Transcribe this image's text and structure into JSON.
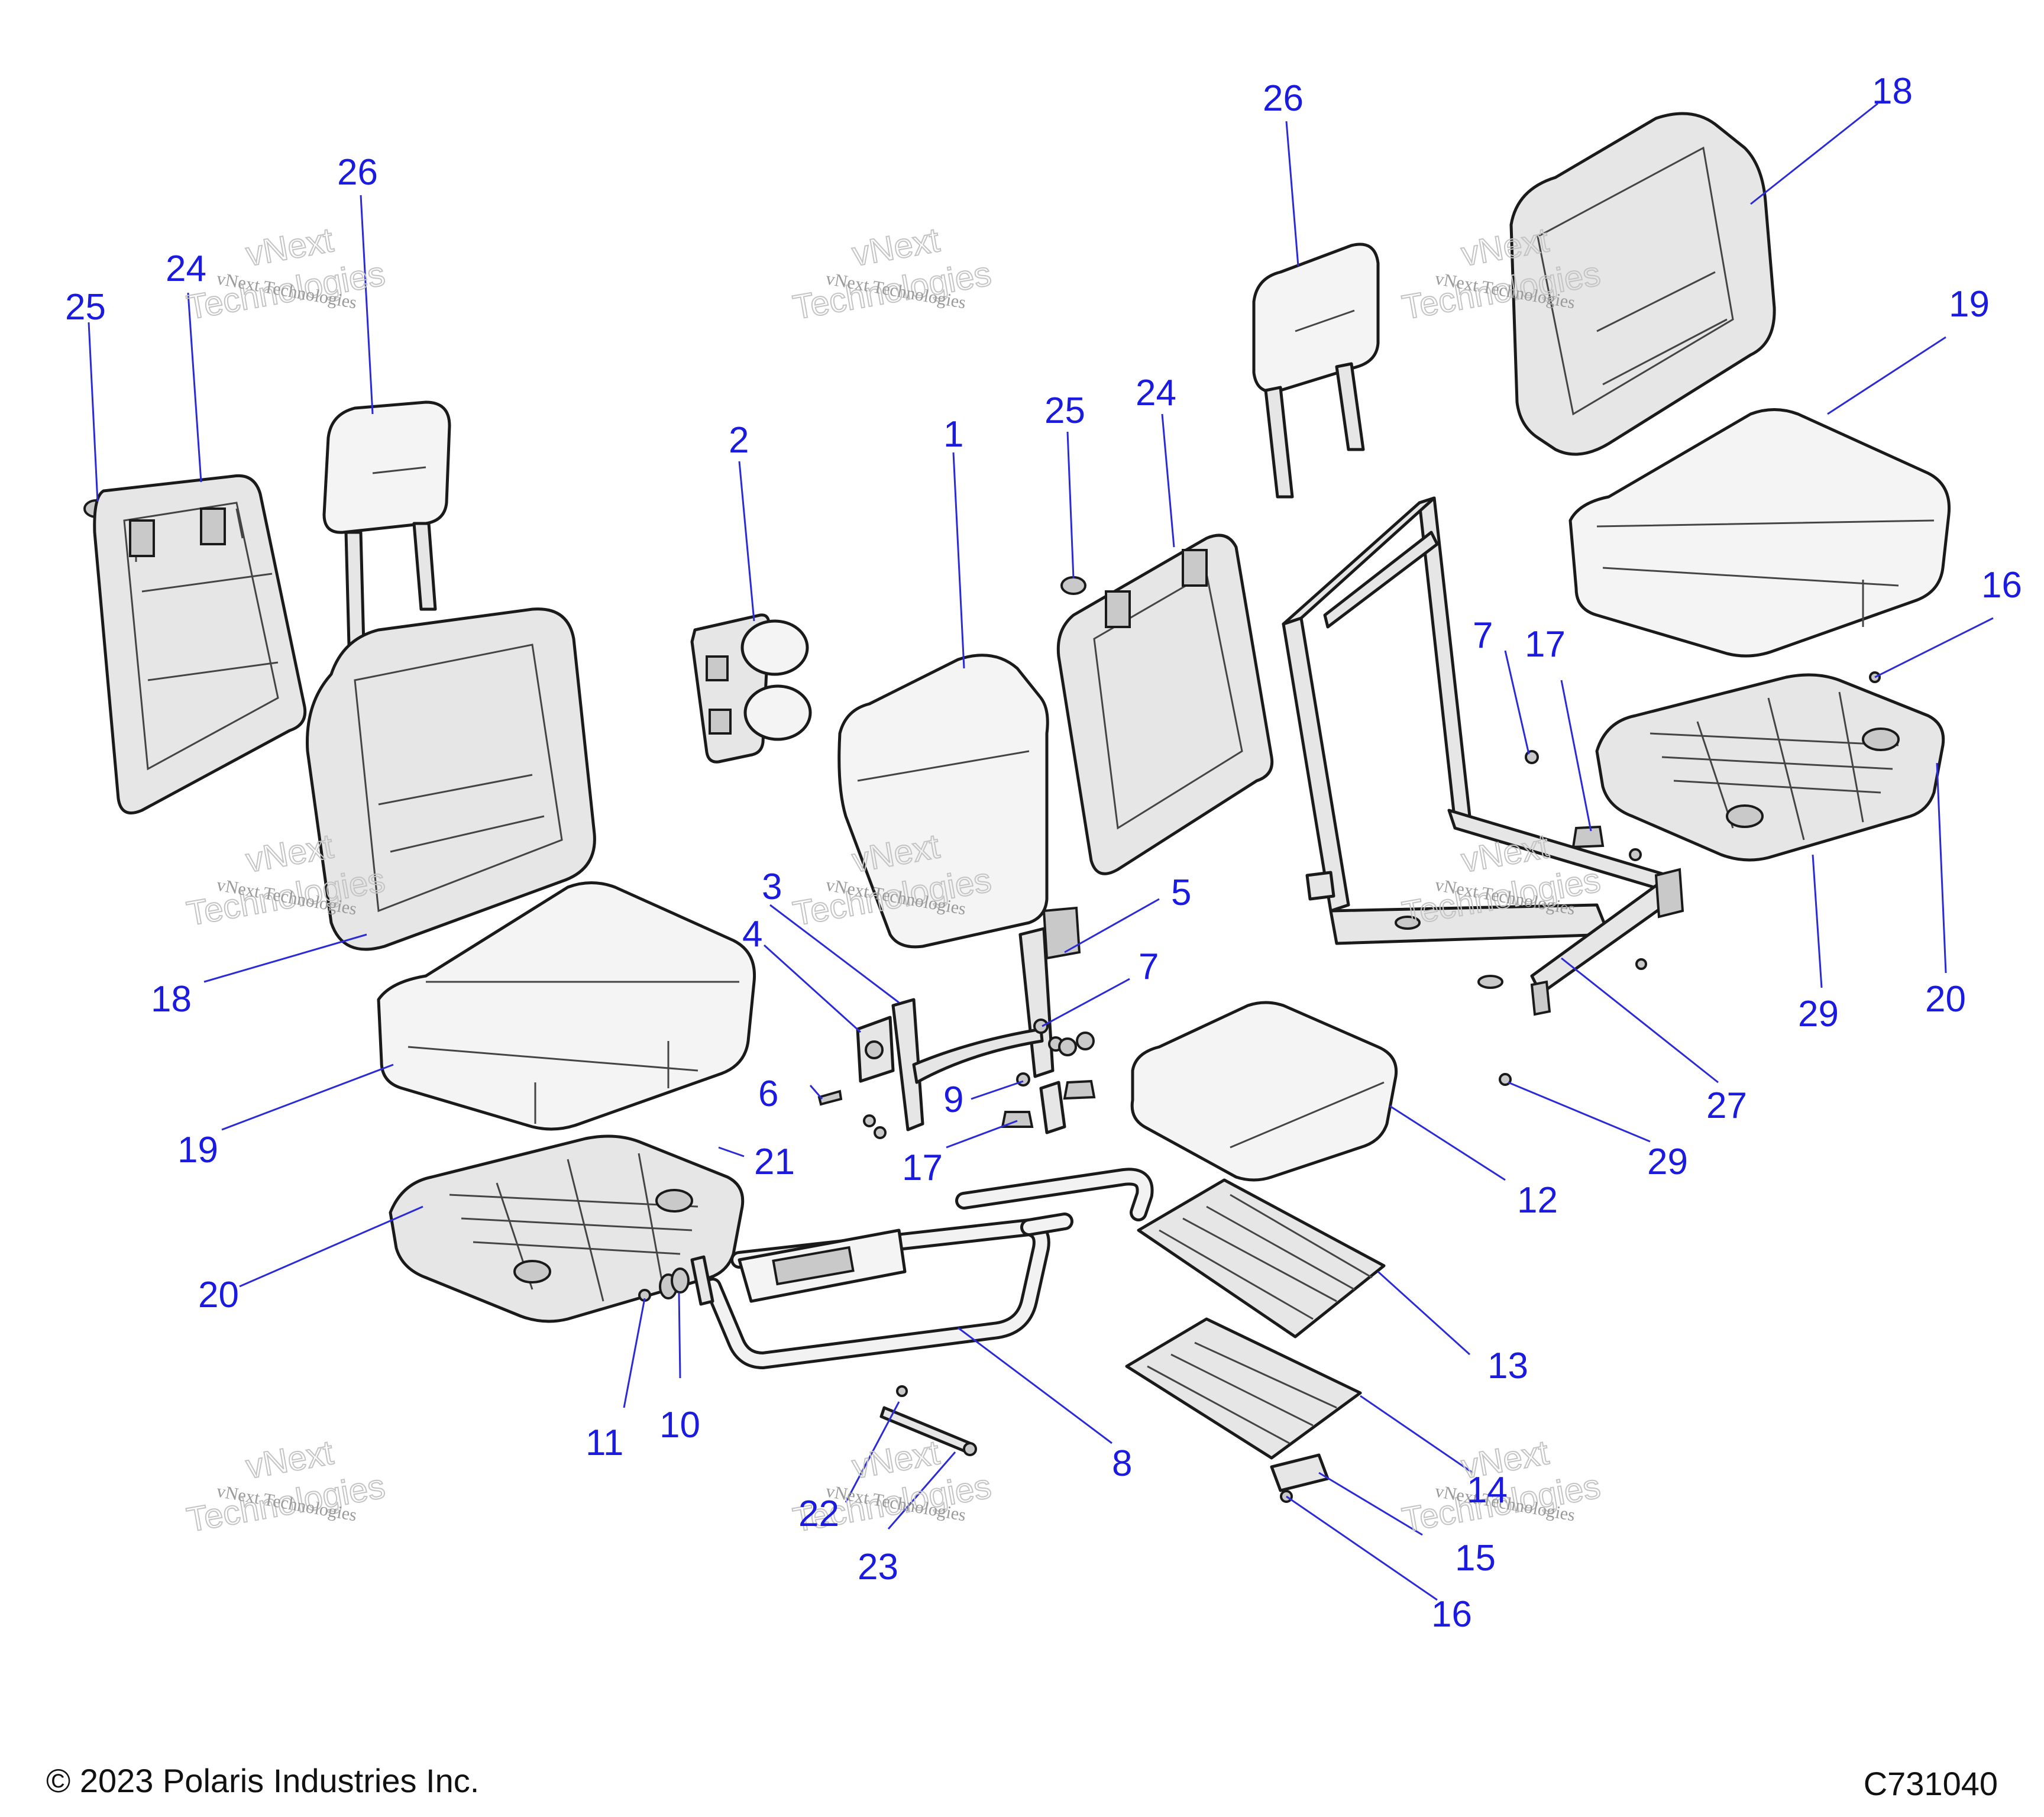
{
  "copyright": "© 2023 Polaris Industries Inc.",
  "diagram_code": "C731040",
  "watermark": {
    "line1": "vNext Technologies",
    "line2": "vNext",
    "line3": "Technologies"
  },
  "callouts": [
    {
      "id": "c1",
      "label": "1"
    },
    {
      "id": "c2",
      "label": "2"
    },
    {
      "id": "c3",
      "label": "3"
    },
    {
      "id": "c4",
      "label": "4"
    },
    {
      "id": "c5",
      "label": "5"
    },
    {
      "id": "c6",
      "label": "6"
    },
    {
      "id": "c7a",
      "label": "7"
    },
    {
      "id": "c7b",
      "label": "7"
    },
    {
      "id": "c8",
      "label": "8"
    },
    {
      "id": "c9",
      "label": "9"
    },
    {
      "id": "c10",
      "label": "10"
    },
    {
      "id": "c11",
      "label": "11"
    },
    {
      "id": "c12",
      "label": "12"
    },
    {
      "id": "c13",
      "label": "13"
    },
    {
      "id": "c14",
      "label": "14"
    },
    {
      "id": "c15",
      "label": "15"
    },
    {
      "id": "c16a",
      "label": "16"
    },
    {
      "id": "c16b",
      "label": "16"
    },
    {
      "id": "c17a",
      "label": "17"
    },
    {
      "id": "c17b",
      "label": "17"
    },
    {
      "id": "c18a",
      "label": "18"
    },
    {
      "id": "c18b",
      "label": "18"
    },
    {
      "id": "c19a",
      "label": "19"
    },
    {
      "id": "c19b",
      "label": "19"
    },
    {
      "id": "c20a",
      "label": "20"
    },
    {
      "id": "c20b",
      "label": "20"
    },
    {
      "id": "c21",
      "label": "21"
    },
    {
      "id": "c22",
      "label": "22"
    },
    {
      "id": "c23",
      "label": "23"
    },
    {
      "id": "c24a",
      "label": "24"
    },
    {
      "id": "c24b",
      "label": "24"
    },
    {
      "id": "c25a",
      "label": "25"
    },
    {
      "id": "c25b",
      "label": "25"
    },
    {
      "id": "c26a",
      "label": "26"
    },
    {
      "id": "c26b",
      "label": "26"
    },
    {
      "id": "c27",
      "label": "27"
    },
    {
      "id": "c29a",
      "label": "29"
    },
    {
      "id": "c29b",
      "label": "29"
    }
  ]
}
